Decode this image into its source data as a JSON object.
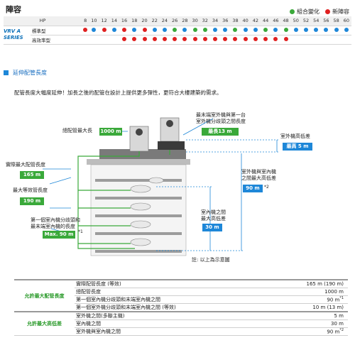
{
  "title": "陣容",
  "legend": {
    "items": [
      {
        "label": "組合變化",
        "color": "#3aa93a"
      },
      {
        "label": "新陣容",
        "color": "#e02020"
      }
    ]
  },
  "compat": {
    "hp_label": "HP",
    "hp": [
      "8",
      "10",
      "12",
      "14",
      "16",
      "18",
      "20",
      "22",
      "24",
      "26",
      "28",
      "30",
      "32",
      "34",
      "36",
      "38",
      "40",
      "42",
      "44",
      "46",
      "48",
      "50",
      "52",
      "54",
      "56",
      "58",
      "60"
    ],
    "series_label": "VRV A SERIES",
    "rows": [
      {
        "label": "標準型",
        "dots": [
          "r",
          "b",
          "r",
          "b",
          "r",
          "b",
          "r",
          "b",
          "b",
          "g",
          "b",
          "g",
          "g",
          "b",
          "b",
          "g",
          "b",
          "b",
          "g",
          "b",
          "g",
          "b",
          "b",
          "b",
          "b",
          "b",
          "b"
        ]
      },
      {
        "label": "高效率型",
        "dots": [
          "",
          "",
          "",
          "",
          "r",
          "r",
          "r",
          "r",
          "r",
          "r",
          "r",
          "r",
          "r",
          "r",
          "r",
          "r",
          "r",
          "r",
          "r",
          "r",
          "r",
          "",
          "",
          "",
          "",
          "",
          ""
        ]
      }
    ],
    "colors": {
      "r": "#e02020",
      "b": "#1e87d8",
      "g": "#3aa93a"
    }
  },
  "section": {
    "title": "延伸配管長度"
  },
  "intro": "配管長度大幅度延伸！加長之後的配管在設計上提供更多彈性，更符合大樓建築的需求。",
  "diagram": {
    "total_pipe_label": "總配管最大長",
    "total_pipe_value": "1000 m",
    "first_branch_label_1": "最末端室外機與第一台",
    "first_branch_label_2": "室外機分歧頭之間長度",
    "first_branch_value": "最長13 m",
    "outdoor_diff_label": "室外機高低差",
    "outdoor_diff_value": "最高 5 m",
    "actual_max_label": "實際最大配管長度",
    "actual_max_value": "165 m",
    "equiv_max_label": "最大等效管長度",
    "equiv_max_value": "190 m",
    "branch_label_1": "第一個室內機分歧頭和",
    "branch_label_2": "最末端室內機的長度",
    "branch_value": "Max. 90 m",
    "branch_note": "*1",
    "oi_diff_label_1": "室外機與室內機",
    "oi_diff_label_2": "之間最大高低差",
    "oi_diff_value": "90 m",
    "oi_diff_note": "*2",
    "ii_diff_label_1": "室內機之間",
    "ii_diff_label_2": "最大高低差",
    "ii_diff_value": "30 m",
    "note": "註: 以上為示意圖"
  },
  "spec": {
    "groups": [
      {
        "category": "允許最大配管長度",
        "rows": [
          {
            "label": "實際配管長度 (等效)",
            "value": "165 m (190 m)"
          },
          {
            "label": "總配管長度",
            "value": "1000 m"
          },
          {
            "label": "第一個室內機分歧頭和末端室內機之間",
            "value": "90 m",
            "sup": "*1"
          },
          {
            "label": "第一個室外機分歧頭和末端室內機之間 (等效)",
            "value": "10 m (13 m)"
          }
        ]
      },
      {
        "category": "允許最大高低差",
        "rows": [
          {
            "label": "室外機之間(多聯主機)",
            "value": "5 m"
          },
          {
            "label": "室內機之間",
            "value": "30 m"
          },
          {
            "label": "室外機與室內機之間",
            "value": "90 m",
            "sup": "*2"
          }
        ]
      }
    ]
  }
}
